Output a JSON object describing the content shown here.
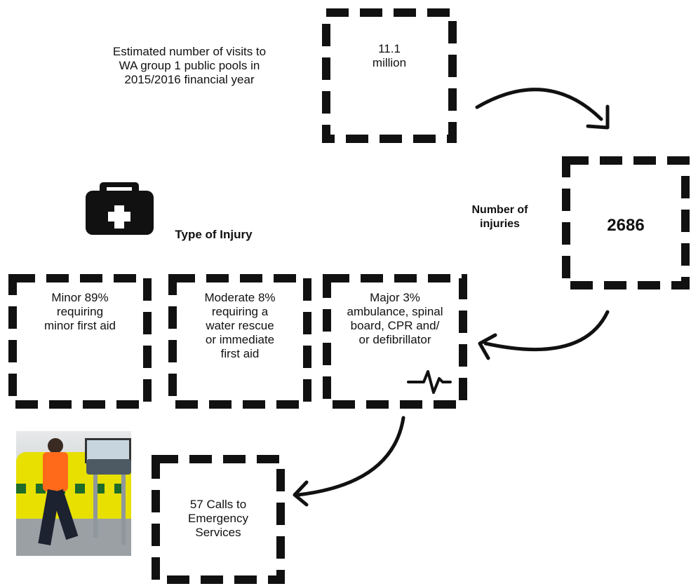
{
  "visits": {
    "description": "Estimated number of visits to\nWA group 1 public pools in\n2015/2016 financial year",
    "value": "11.1\nmillion"
  },
  "injuries": {
    "label": "Number of\ninjuries",
    "value": "2686"
  },
  "injury_type": {
    "title": "Type of Injury",
    "icon": "first-aid-kit-icon"
  },
  "categories": [
    {
      "text": "Minor 89%\nrequiring\nminor first aid"
    },
    {
      "text": "Moderate 8%\nrequiring a\nwater rescue\nor immediate\nfirst aid"
    },
    {
      "text": "Major 3%\nambulance, spinal\nboard,  CPR and/\nor  defibrillator"
    }
  ],
  "calls": {
    "text": "57 Calls to\nEmergency\nServices"
  },
  "icons": [
    "first-aid-kit-icon",
    "heartbeat-icon",
    "ambulance-photo"
  ],
  "colors": {
    "ink": "#111111",
    "background": "#ffffff"
  }
}
